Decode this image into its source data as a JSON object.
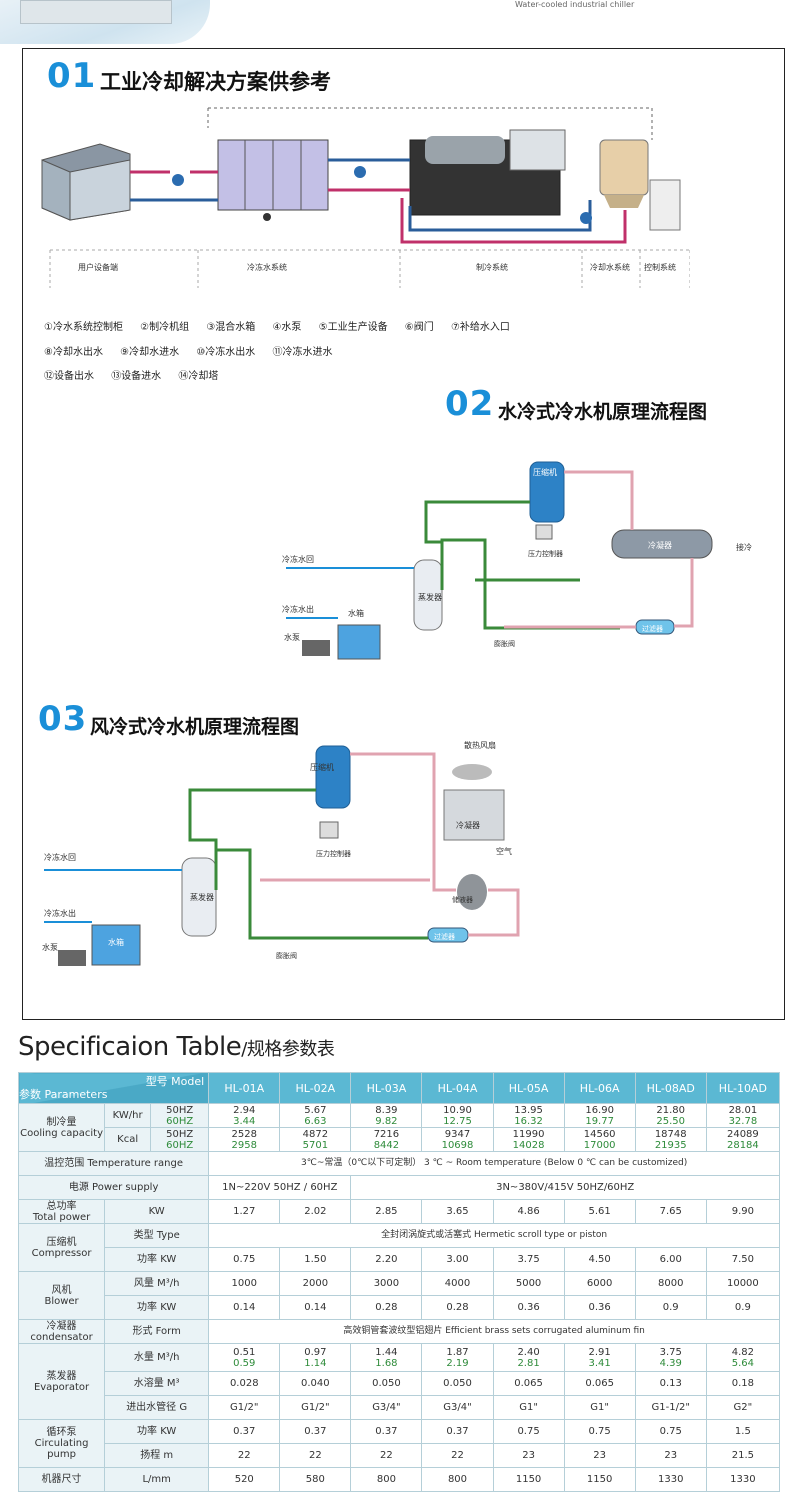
{
  "top": {
    "caption": "Water-cooled industrial chiller"
  },
  "sections": [
    {
      "num": "01",
      "title": "工业冷却解决方案供参考"
    },
    {
      "num": "02",
      "title": "水冷式冷水机原理流程图"
    },
    {
      "num": "03",
      "title": "风冷式冷水机原理流程图"
    }
  ],
  "diagram1": {
    "system_labels": [
      "用户设备端",
      "冷冻水系统",
      "制冷系统",
      "冷却水系统",
      "控制系统"
    ],
    "legend_rows": [
      [
        "①冷水系统控制柜",
        "②制冷机组",
        "③混合水箱",
        "④水泵",
        "⑤工业生产设备",
        "⑥阀门",
        "⑦补给水入口"
      ],
      [
        "⑧冷却水出水",
        "⑨冷却水进水",
        "⑩冷冻水出水",
        "⑪冷冻水进水"
      ],
      [
        "⑫设备出水",
        "⑬设备进水",
        "⑭冷却塔"
      ]
    ]
  },
  "diagram2": {
    "labels": {
      "compressor": "压缩机",
      "pressure": "压力控制器",
      "condenser": "冷凝器",
      "cooling": "接冷",
      "return": "冷冻水回",
      "out": "冷冻水出",
      "tank": "水箱",
      "pump": "水泵",
      "evaporator": "蒸发器",
      "valve": "膨胀阀",
      "filter": "过滤器"
    }
  },
  "diagram3": {
    "labels": {
      "compressor": "压缩机",
      "fan": "散热风扇",
      "condenser": "冷凝器",
      "air": "空气",
      "pressure": "压力控制器",
      "receiver": "储液器",
      "return": "冷冻水回",
      "out": "冷冻水出",
      "tank": "水箱",
      "pump": "水泵",
      "evaporator": "蒸发器",
      "valve": "膨胀阀",
      "filter": "过滤器"
    }
  },
  "spec": {
    "title": "Specificaion Table",
    "title_cn": "/规格参数表",
    "header_model": "型号 Model",
    "header_params": "参数 Parameters",
    "models": [
      "HL-01A",
      "HL-02A",
      "HL-03A",
      "HL-04A",
      "HL-05A",
      "HL-06A",
      "HL-08AD",
      "HL-10AD"
    ],
    "cooling_label": "制冷量\nCooling capacity",
    "kw_hr": "KW/hr",
    "kcal": "Kcal",
    "hz50": "50HZ",
    "hz60": "60HZ",
    "kw50": [
      "2.94",
      "5.67",
      "8.39",
      "10.90",
      "13.95",
      "16.90",
      "21.80",
      "28.01"
    ],
    "kw60": [
      "3.44",
      "6.63",
      "9.82",
      "12.75",
      "16.32",
      "19.77",
      "25.50",
      "32.78"
    ],
    "kcal50": [
      "2528",
      "4872",
      "7216",
      "9347",
      "11990",
      "14560",
      "18748",
      "24089"
    ],
    "kcal60": [
      "2958",
      "5701",
      "8442",
      "10698",
      "14028",
      "17000",
      "21935",
      "28184"
    ],
    "temp_label": "温控范围 Temperature range",
    "temp_value": "3℃~常温（0℃以下可定制） 3 ℃ ~ Room temperature (Below 0 ℃ can be customized)",
    "power_label": "电源 Power supply",
    "power_a": "1N~220V 50HZ / 60HZ",
    "power_b": "3N~380V/415V 50HZ/60HZ",
    "total_label": "总功率\nTotal power",
    "total_unit": "KW",
    "total": [
      "1.27",
      "2.02",
      "2.85",
      "3.65",
      "4.86",
      "5.61",
      "7.65",
      "9.90"
    ],
    "comp_label": "压缩机\nCompressor",
    "comp_type_label": "类型 Type",
    "comp_type": "全封闭涡旋式或活塞式 Hermetic scroll type or piston",
    "comp_kw_label": "功率 KW",
    "comp_kw": [
      "0.75",
      "1.50",
      "2.20",
      "3.00",
      "3.75",
      "4.50",
      "6.00",
      "7.50"
    ],
    "blower_label": "风机\nBlower",
    "air_label": "风量 M³/h",
    "air": [
      "1000",
      "2000",
      "3000",
      "4000",
      "5000",
      "6000",
      "8000",
      "10000"
    ],
    "blower_kw_label": "功率 KW",
    "blower_kw": [
      "0.14",
      "0.14",
      "0.28",
      "0.28",
      "0.36",
      "0.36",
      "0.9",
      "0.9"
    ],
    "cond_label": "冷凝器\ncondensator",
    "cond_form_label": "形式 Form",
    "cond_form": "高效铜管套波纹型铝翅片 Efficient brass sets corrugated aluminum fin",
    "evap_label": "蒸发器\nEvaporator",
    "water_label": "水量 M³/h",
    "water50": [
      "0.51",
      "0.97",
      "1.44",
      "1.87",
      "2.40",
      "2.91",
      "3.75",
      "4.82"
    ],
    "water60": [
      "0.59",
      "1.14",
      "1.68",
      "2.19",
      "2.81",
      "3.41",
      "4.39",
      "5.64"
    ],
    "vol_label": "水溶量 M³",
    "vol": [
      "0.028",
      "0.040",
      "0.050",
      "0.050",
      "0.065",
      "0.065",
      "0.13",
      "0.18"
    ],
    "pipe_label": "进出水管径 G",
    "pipe": [
      "G1/2\"",
      "G1/2\"",
      "G3/4\"",
      "G3/4\"",
      "G1\"",
      "G1\"",
      "G1-1/2\"",
      "G2\""
    ],
    "pump_label": "循环泵\nCirculating pump",
    "pump_kw_label": "功率 KW",
    "pump_kw": [
      "0.37",
      "0.37",
      "0.37",
      "0.37",
      "0.75",
      "0.75",
      "0.75",
      "1.5"
    ],
    "lift_label": "扬程 m",
    "lift": [
      "22",
      "22",
      "22",
      "22",
      "23",
      "23",
      "23",
      "21.5"
    ],
    "dim_label": "机器尺寸",
    "len_label": "L/mm",
    "len": [
      "520",
      "580",
      "800",
      "800",
      "1150",
      "1150",
      "1330",
      "1330"
    ]
  }
}
